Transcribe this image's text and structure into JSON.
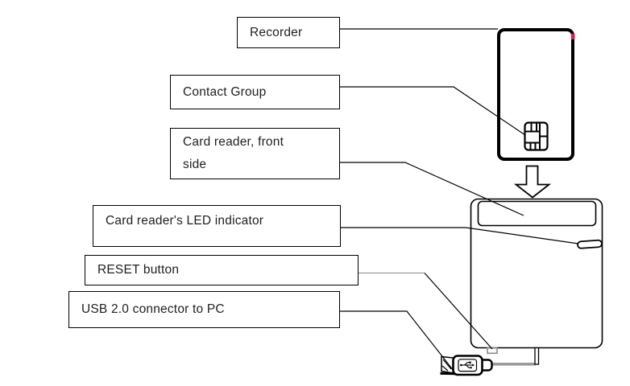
{
  "diagram": {
    "labels": {
      "recorder": "Recorder",
      "contact_group": "Contact Group",
      "front_side_line1": "Card reader, front",
      "front_side_line2": "side",
      "led": "Card reader's LED indicator",
      "reset": "RESET button",
      "usb": "USB 2.0 connector to PC"
    },
    "colors": {
      "outline": "#000000",
      "text": "#1f1f1f",
      "card_marker_red": "#e8174f",
      "cable_gray": "#9a9a9a",
      "reset_notch_gray": "#8c8c8c",
      "background": "#ffffff"
    },
    "icons": {
      "chip": "smartcard-chip-icon",
      "arrow": "down-arrow-icon",
      "usb": "usb-trident-icon"
    }
  }
}
